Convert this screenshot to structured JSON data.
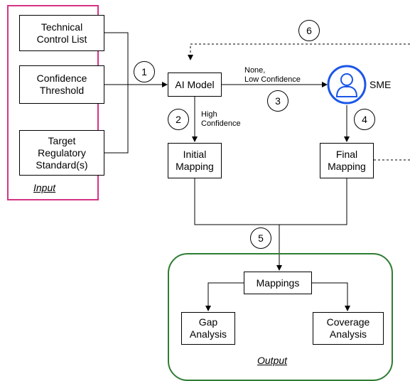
{
  "colors": {
    "input_border": "#d63384",
    "output_border": "#2e7d32",
    "sme_blue": "#1a56e8",
    "line": "#000000"
  },
  "groups": {
    "input_label": "Input",
    "output_label": "Output"
  },
  "boxes": {
    "technical_control_list": "Technical\nControl List",
    "confidence_threshold": "Confidence\nThreshold",
    "target_regulatory_standards": "Target\nRegulatory\nStandard(s)",
    "ai_model": "AI Model",
    "initial_mapping": "Initial\nMapping",
    "final_mapping": "Final\nMapping",
    "mappings": "Mappings",
    "gap_analysis": "Gap\nAnalysis",
    "coverage_analysis": "Coverage\nAnalysis"
  },
  "sme": {
    "label": "SME",
    "icon": "user-icon"
  },
  "edge_labels": {
    "none_low_confidence": "None,\nLow Confidence",
    "high_confidence": "High\nConfidence"
  },
  "steps": [
    "1",
    "2",
    "3",
    "4",
    "5",
    "6"
  ]
}
